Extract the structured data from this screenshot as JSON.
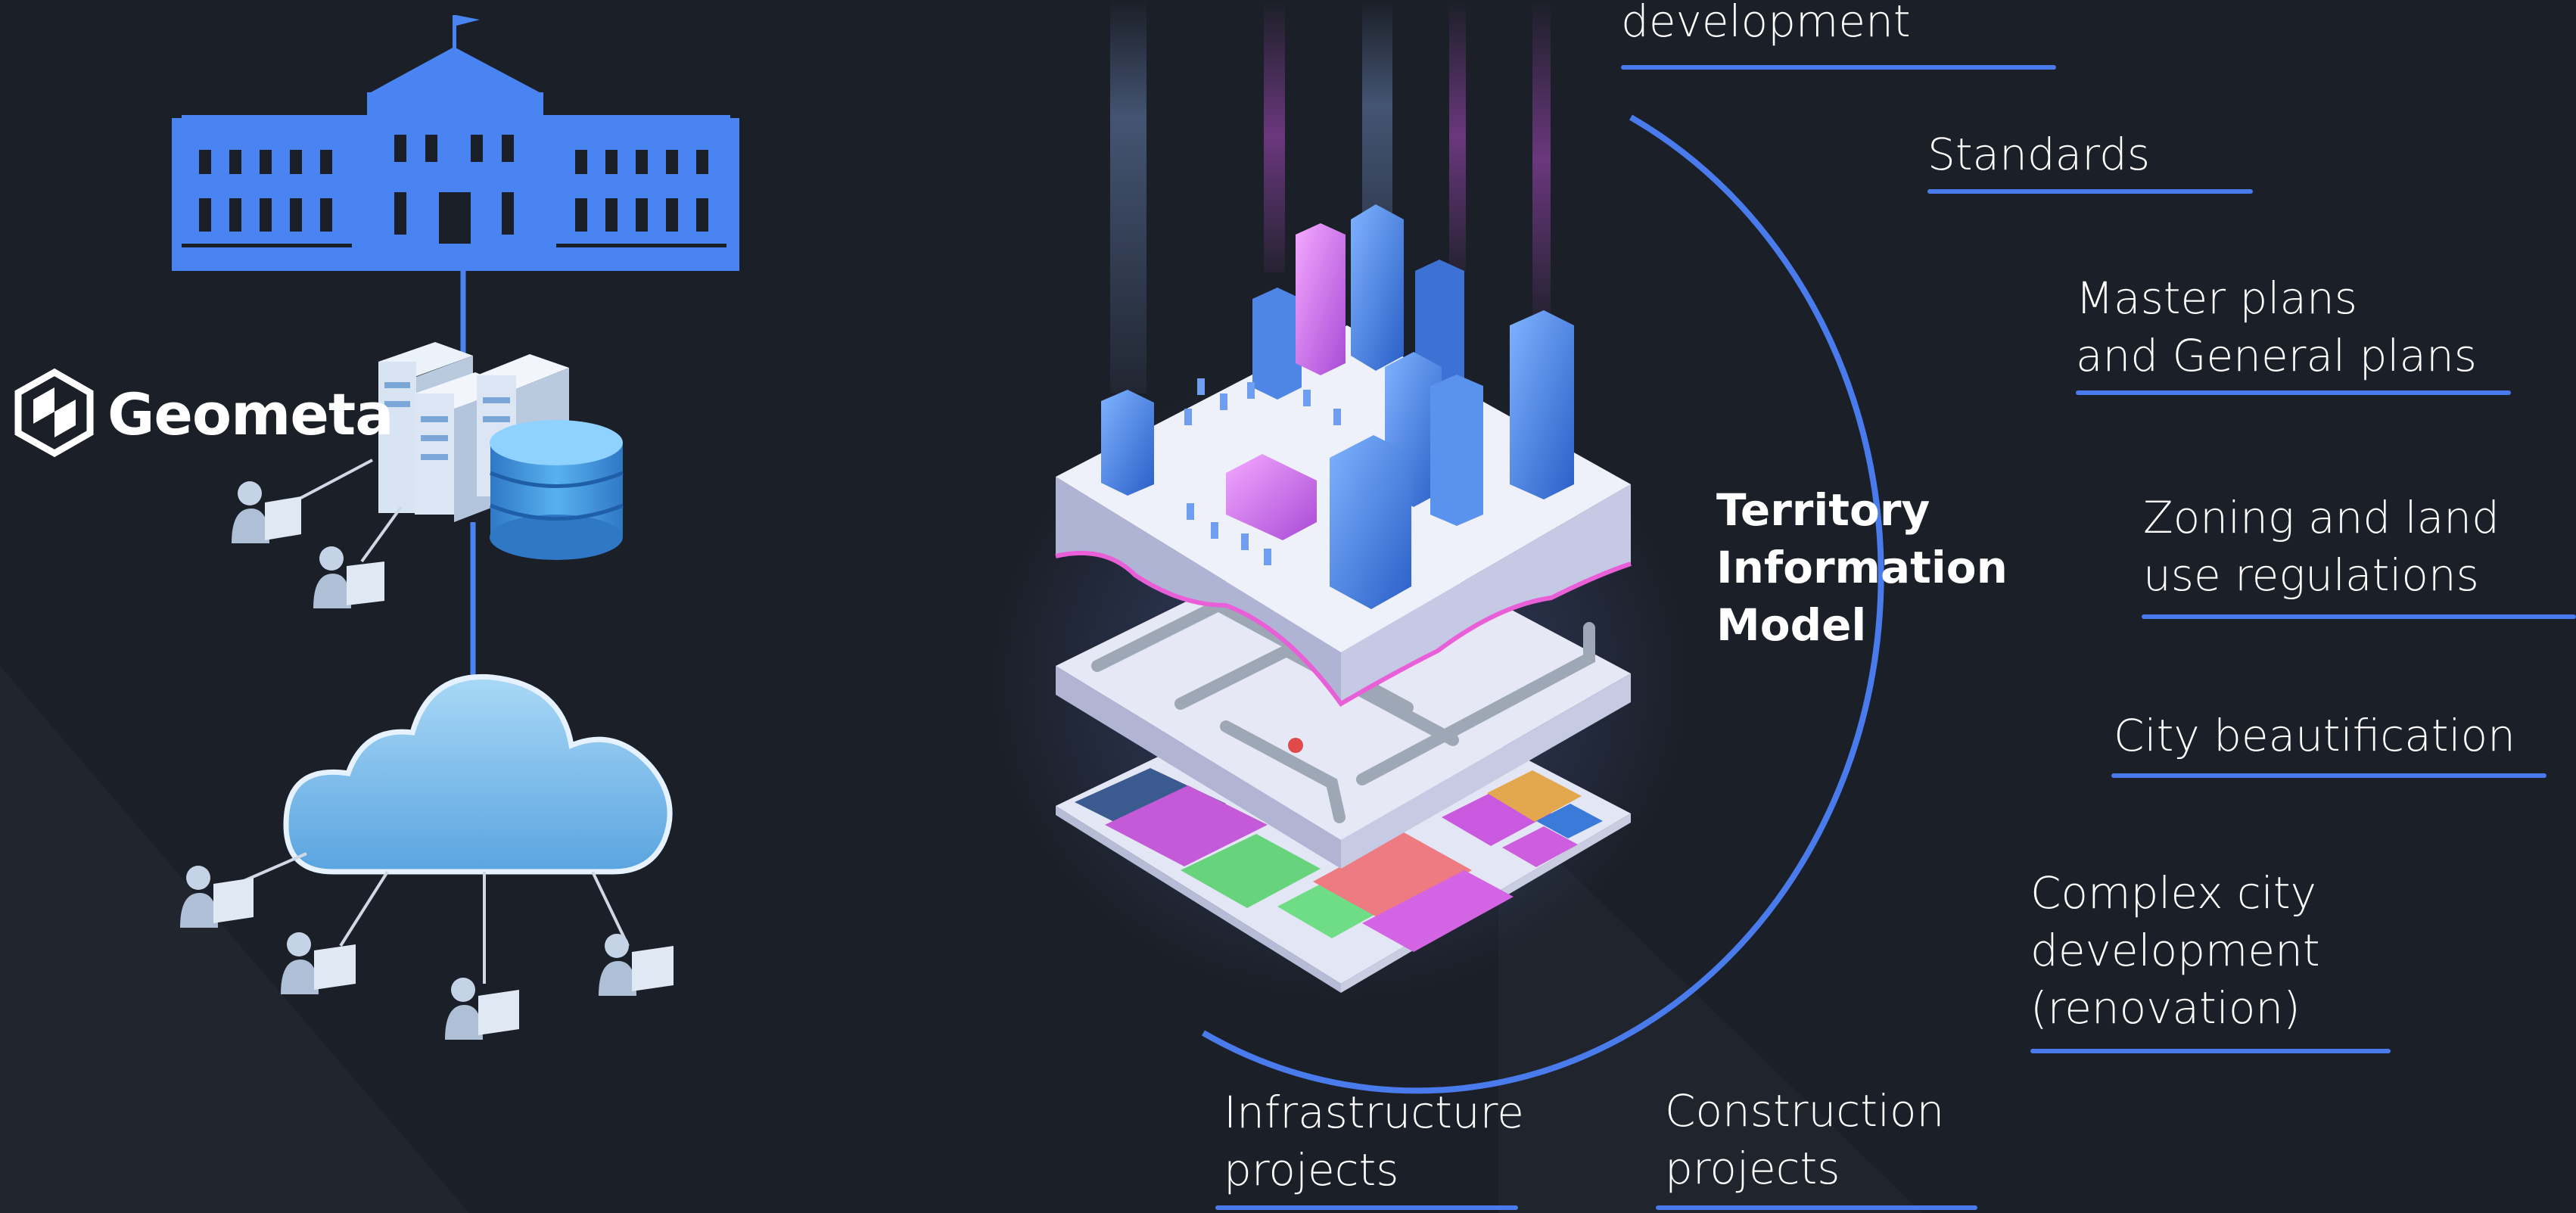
{
  "brand": {
    "name": "Geometa",
    "icon": "geometa-logo-icon"
  },
  "center": {
    "lines": [
      "Territory",
      "Information",
      "Model"
    ]
  },
  "labels": {
    "development_top": [
      "development"
    ],
    "standards": [
      "Standards"
    ],
    "master_plans": [
      "Master plans",
      "and General plans"
    ],
    "zoning": [
      "Zoning and land",
      "use regulations"
    ],
    "beautification": [
      "City beautification"
    ],
    "complex_dev": [
      "Complex city",
      "development",
      "(renovation)"
    ],
    "infrastructure": [
      "Infrastructure",
      "projects"
    ],
    "construction": [
      "Construction",
      "projects"
    ]
  },
  "icons": {
    "government": "government-building-icon",
    "servers": "server-rack-icon",
    "database": "database-icon",
    "cloud": "cloud-icon",
    "user": "user-workstation-icon",
    "city": "isometric-city-model-icon"
  },
  "colors": {
    "background": "#1b1f27",
    "accent": "#4a7bec",
    "building": "#4a84f2",
    "cloud": "#9fd0f2",
    "database": "#3c8fd8",
    "text": "#ffffff"
  }
}
